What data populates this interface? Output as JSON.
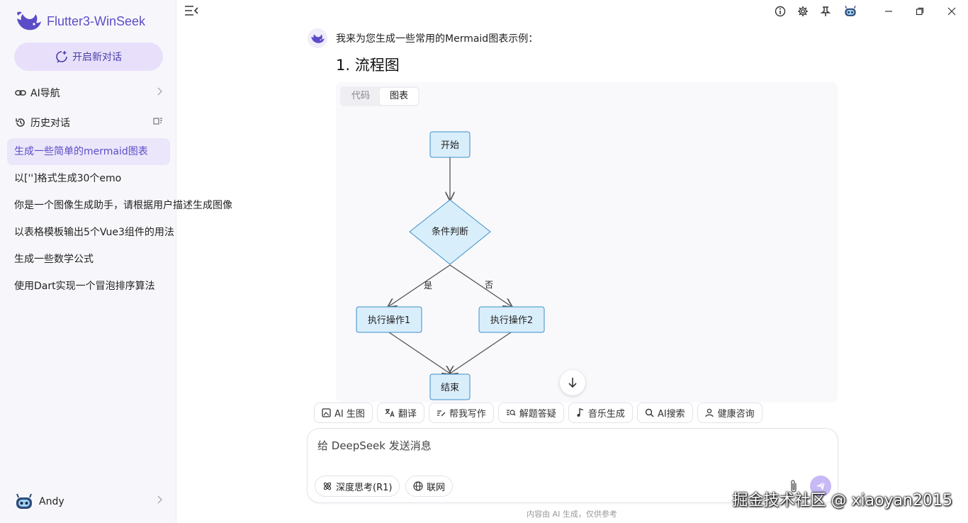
{
  "app": {
    "title": "Flutter3-WinSeek"
  },
  "sidebar": {
    "new_chat_label": "开启新对话",
    "ai_nav_label": "AI导航",
    "history_label": "历史对话",
    "history": [
      "生成一些简单的mermaid图表",
      "以['']格式生成30个emo",
      "你是一个图像生成助手，请根据用户描述生成图像",
      "以表格模板输出5个Vue3组件的用法",
      "生成一些数学公式",
      "使用Dart实现一个冒泡排序算法"
    ],
    "user_name": "Andy"
  },
  "chat": {
    "intro": "我来为您生成一些常用的Mermaid图表示例：",
    "heading": "1. 流程图",
    "tabs": [
      "代码",
      "图表"
    ],
    "flowchart": {
      "start": "开始",
      "decision": "条件判断",
      "yes": "是",
      "no": "否",
      "op1": "执行操作1",
      "op2": "执行操作2",
      "end": "结束"
    }
  },
  "quick_actions": [
    "AI 生图",
    "翻译",
    "帮我写作",
    "解题答疑",
    "音乐生成",
    "AI搜索",
    "健康咨询"
  ],
  "input": {
    "placeholder": "给 DeepSeek 发送消息",
    "deep_think_label": "深度思考(R1)",
    "web_label": "联网"
  },
  "footer": {
    "disclaimer": "内容由 AI 生成，仅供参考"
  },
  "watermark": "掘金技术社区 @ xiaoyan2015",
  "colors": {
    "accent": "#5b4dc8",
    "node_fill": "#d9eefb",
    "node_stroke": "#3a8fc7",
    "send_bg": "#c7b9f5"
  }
}
